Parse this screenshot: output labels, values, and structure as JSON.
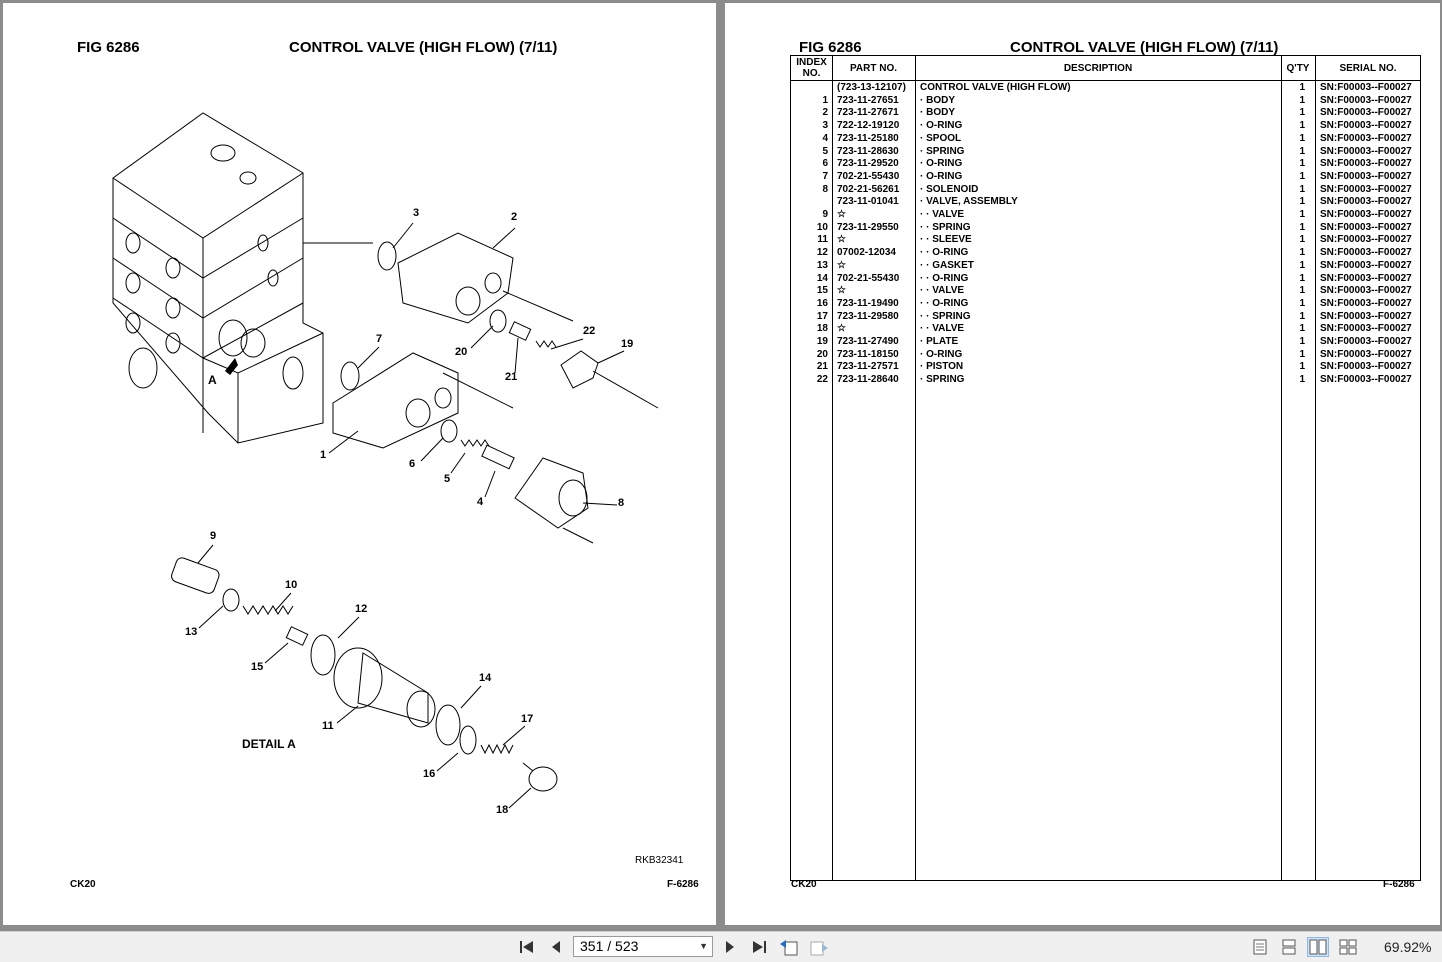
{
  "left_page": {
    "fig_label": "FIG   6286",
    "title": "CONTROL VALVE (HIGH FLOW) (7/11)",
    "detail_label": "DETAIL A",
    "view_marker": "A",
    "drawing_code": "RKB32341",
    "footer_left": "CK20",
    "footer_right": "F-6286",
    "callouts": [
      "3",
      "2",
      "7",
      "22",
      "19",
      "20",
      "21",
      "1",
      "6",
      "5",
      "4",
      "8",
      "9",
      "10",
      "12",
      "13",
      "15",
      "11",
      "14",
      "17",
      "16",
      "18"
    ]
  },
  "right_page": {
    "fig_label": "FIG   6286",
    "title": "CONTROL VALVE (HIGH FLOW) (7/11)",
    "footer_left": "CK20",
    "footer_right": "F-6286",
    "table": {
      "headers": {
        "index": "INDEX NO.",
        "part": "PART NO.",
        "description": "DESCRIPTION",
        "qty": "Q'TY",
        "serial": "SERIAL NO."
      },
      "rows": [
        {
          "index": "",
          "part": "(723-13-12107)",
          "description": "CONTROL VALVE (HIGH FLOW)",
          "qty": "1",
          "serial": "SN:F00003--F00027"
        },
        {
          "index": "1",
          "part": "723-11-27651",
          "description": "·  BODY",
          "qty": "1",
          "serial": "SN:F00003--F00027"
        },
        {
          "index": "2",
          "part": "723-11-27671",
          "description": "·  BODY",
          "qty": "1",
          "serial": "SN:F00003--F00027"
        },
        {
          "index": "3",
          "part": "722-12-19120",
          "description": "·  O-RING",
          "qty": "1",
          "serial": "SN:F00003--F00027"
        },
        {
          "index": "4",
          "part": "723-11-25180",
          "description": "·  SPOOL",
          "qty": "1",
          "serial": "SN:F00003--F00027"
        },
        {
          "index": "5",
          "part": "723-11-28630",
          "description": "·  SPRING",
          "qty": "1",
          "serial": "SN:F00003--F00027"
        },
        {
          "index": "6",
          "part": "723-11-29520",
          "description": "·  O-RING",
          "qty": "1",
          "serial": "SN:F00003--F00027"
        },
        {
          "index": "7",
          "part": "702-21-55430",
          "description": "·  O-RING",
          "qty": "1",
          "serial": "SN:F00003--F00027"
        },
        {
          "index": "8",
          "part": "702-21-56261",
          "description": "·  SOLENOID",
          "qty": "1",
          "serial": "SN:F00003--F00027"
        },
        {
          "index": "",
          "part": "723-11-01041",
          "description": "·  VALVE, ASSEMBLY",
          "qty": "1",
          "serial": "SN:F00003--F00027"
        },
        {
          "index": "9",
          "part": "☆",
          "description": "·  ·  VALVE",
          "qty": "1",
          "serial": "SN:F00003--F00027"
        },
        {
          "index": "10",
          "part": "723-11-29550",
          "description": "·  ·  SPRING",
          "qty": "1",
          "serial": "SN:F00003--F00027"
        },
        {
          "index": "11",
          "part": "☆",
          "description": "·  ·  SLEEVE",
          "qty": "1",
          "serial": "SN:F00003--F00027"
        },
        {
          "index": "12",
          "part": "07002-12034",
          "description": "·  ·  O-RING",
          "qty": "1",
          "serial": "SN:F00003--F00027"
        },
        {
          "index": "13",
          "part": "☆",
          "description": "·  ·  GASKET",
          "qty": "1",
          "serial": "SN:F00003--F00027"
        },
        {
          "index": "14",
          "part": "702-21-55430",
          "description": "·  ·  O-RING",
          "qty": "1",
          "serial": "SN:F00003--F00027"
        },
        {
          "index": "15",
          "part": "☆",
          "description": "·  ·  VALVE",
          "qty": "1",
          "serial": "SN:F00003--F00027"
        },
        {
          "index": "16",
          "part": "723-11-19490",
          "description": "·  ·  O-RING",
          "qty": "1",
          "serial": "SN:F00003--F00027"
        },
        {
          "index": "17",
          "part": "723-11-29580",
          "description": "·  ·  SPRING",
          "qty": "1",
          "serial": "SN:F00003--F00027"
        },
        {
          "index": "18",
          "part": "☆",
          "description": "·  ·  VALVE",
          "qty": "1",
          "serial": "SN:F00003--F00027"
        },
        {
          "index": "19",
          "part": "723-11-27490",
          "description": "·  PLATE",
          "qty": "1",
          "serial": "SN:F00003--F00027"
        },
        {
          "index": "20",
          "part": "723-11-18150",
          "description": "·  O-RING",
          "qty": "1",
          "serial": "SN:F00003--F00027"
        },
        {
          "index": "21",
          "part": "723-11-27571",
          "description": "·  PISTON",
          "qty": "1",
          "serial": "SN:F00003--F00027"
        },
        {
          "index": "22",
          "part": "723-11-28640",
          "description": "·  SPRING",
          "qty": "1",
          "serial": "SN:F00003--F00027"
        }
      ]
    }
  },
  "toolbar": {
    "page_indicator": "351 / 523",
    "zoom": "69.92%",
    "icons": [
      "first-page-icon",
      "previous-page-icon",
      "next-page-icon",
      "last-page-icon",
      "previous-view-icon",
      "next-view-icon",
      "single-page-view-icon",
      "continuous-view-icon",
      "facing-view-icon",
      "continuous-facing-view-icon"
    ]
  }
}
